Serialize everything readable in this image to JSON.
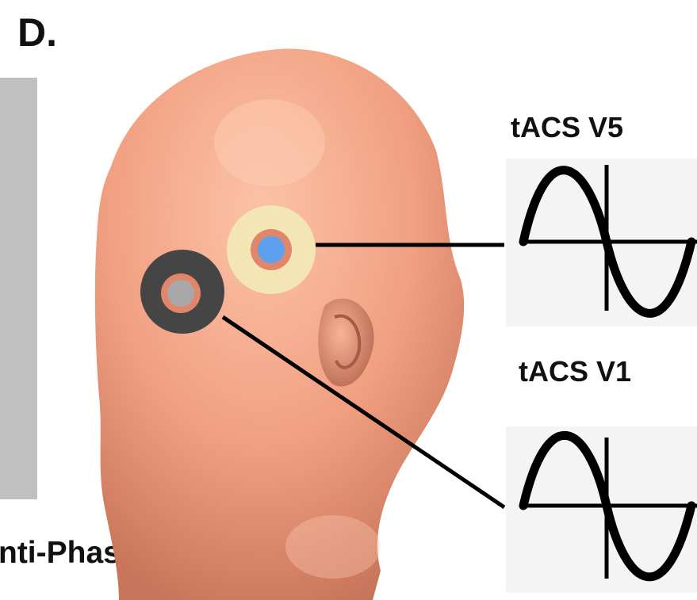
{
  "panel_letter": "D.",
  "condition_label": "nti-Phase tACS",
  "waves": [
    {
      "label": "tACS V5",
      "electrode": "V5"
    },
    {
      "label": "tACS V1",
      "electrode": "V1"
    }
  ],
  "colors": {
    "skin": "#f2a082",
    "skin_shadow": "#c8745a",
    "electrode_v5_ring": "#f3e6b4",
    "electrode_v5_center": "#5ea0f0",
    "electrode_v1_ring": "#454545",
    "electrode_v1_center": "#a8a8a8",
    "electrode_inner_ring": "#e0866a",
    "wave_panel_bg": "#f4f4f4",
    "grey_bar": "#c0c0c0"
  }
}
